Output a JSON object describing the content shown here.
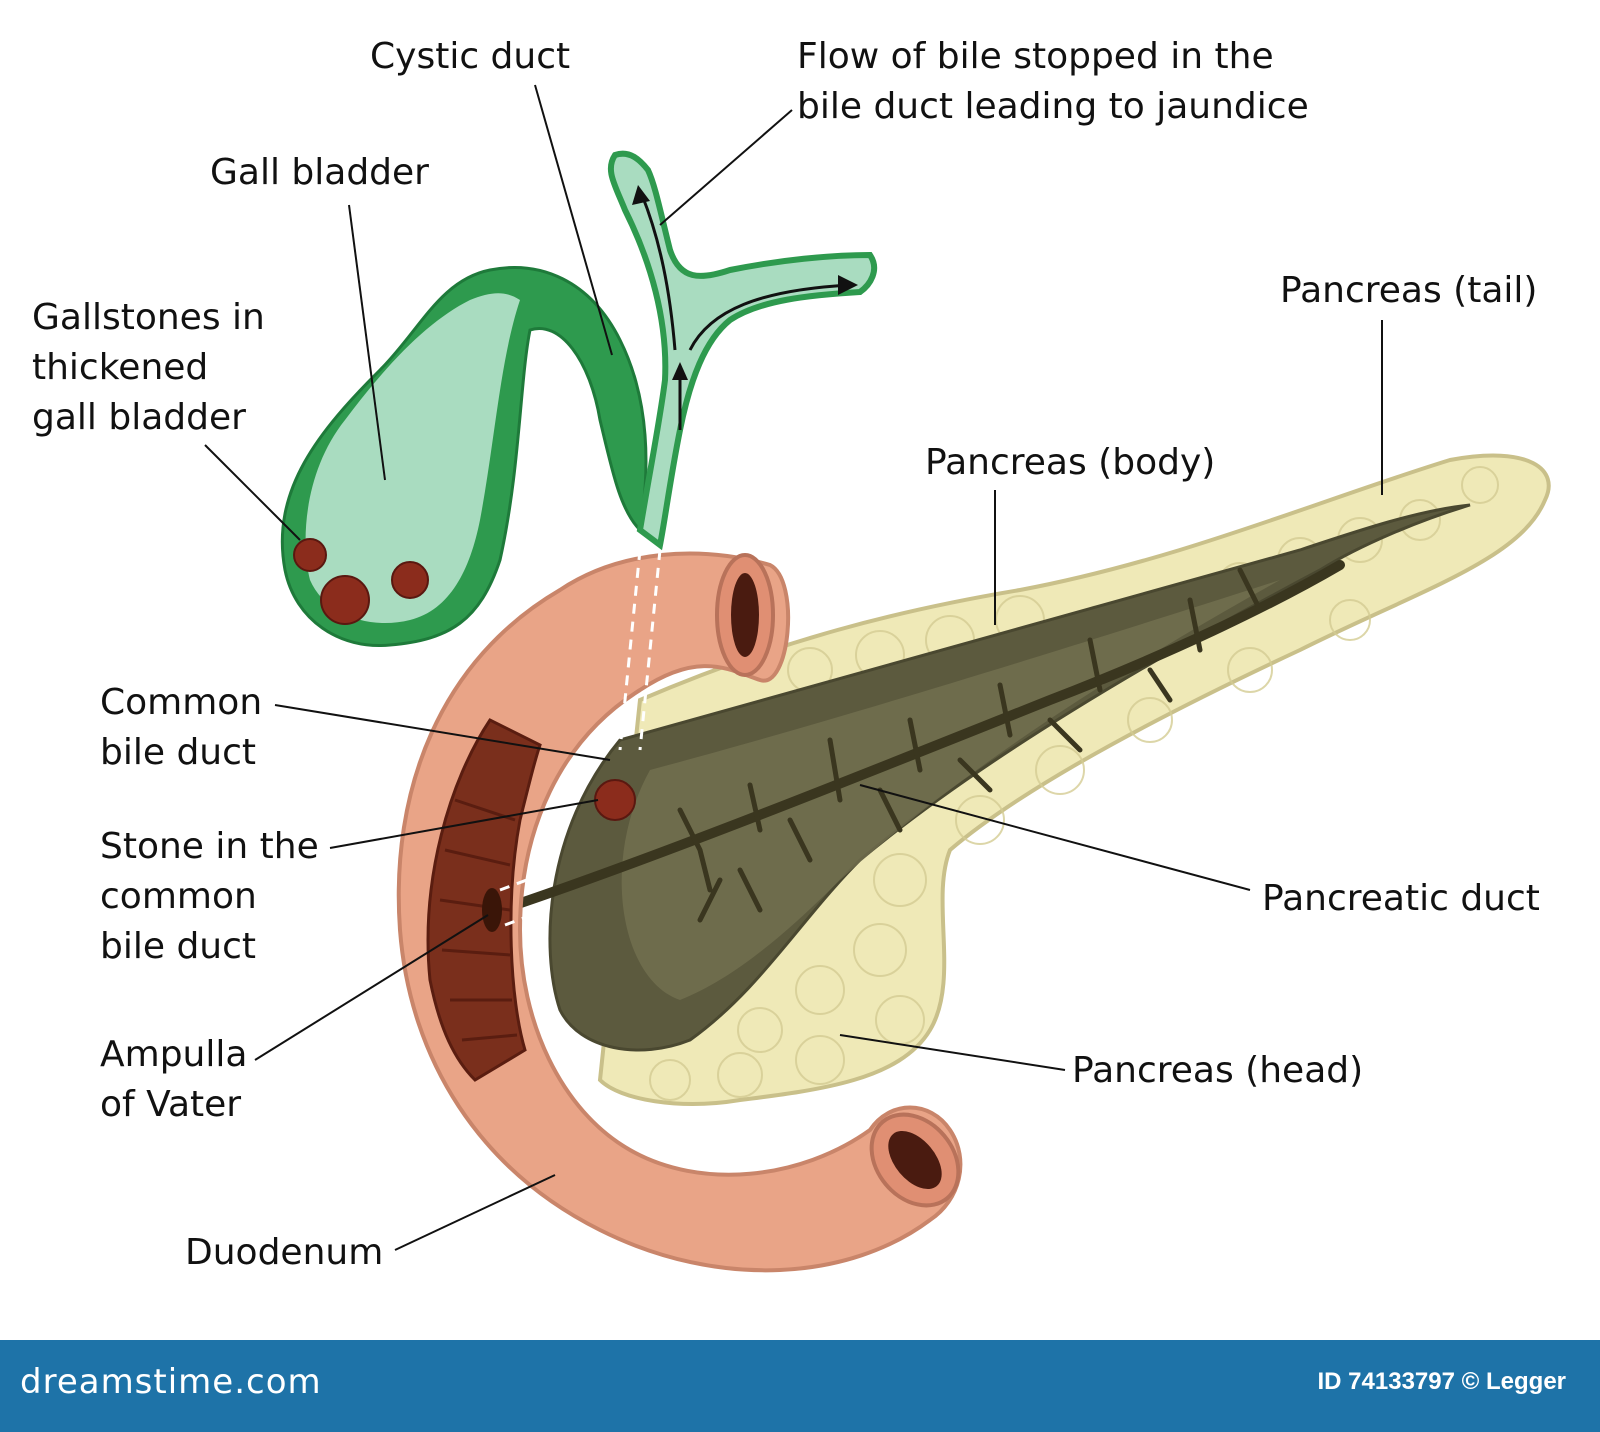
{
  "labels": {
    "cystic_duct": "Cystic duct",
    "bile_flow": [
      "Flow of bile stopped in the",
      "bile duct leading to jaundice"
    ],
    "gall_bladder": "Gall bladder",
    "gallstones": [
      "Gallstones in",
      "thickened",
      "gall bladder"
    ],
    "pancreas_tail": "Pancreas (tail)",
    "pancreas_body": "Pancreas (body)",
    "common_bile_duct": [
      "Common",
      "bile duct"
    ],
    "stone_common_bile_duct": [
      "Stone in the",
      "common",
      "bile duct"
    ],
    "pancreatic_duct": "Pancreatic duct",
    "ampulla": [
      "Ampulla",
      "of Vater"
    ],
    "pancreas_head": "Pancreas (head)",
    "duodenum": "Duodenum"
  },
  "footer": {
    "brand": "dreamstime.com",
    "credit": "ID 74133797 © Legger"
  },
  "colors": {
    "gallbladder_wall": "#2e9a4e",
    "gallbladder_inner": "#a9dcc0",
    "duodenum": "#e9a487",
    "pancreas": "#efe9b7",
    "pancreatic_interior": "#5c5a3e",
    "stone": "#8b2c1c",
    "footer": "#1e73a8"
  }
}
